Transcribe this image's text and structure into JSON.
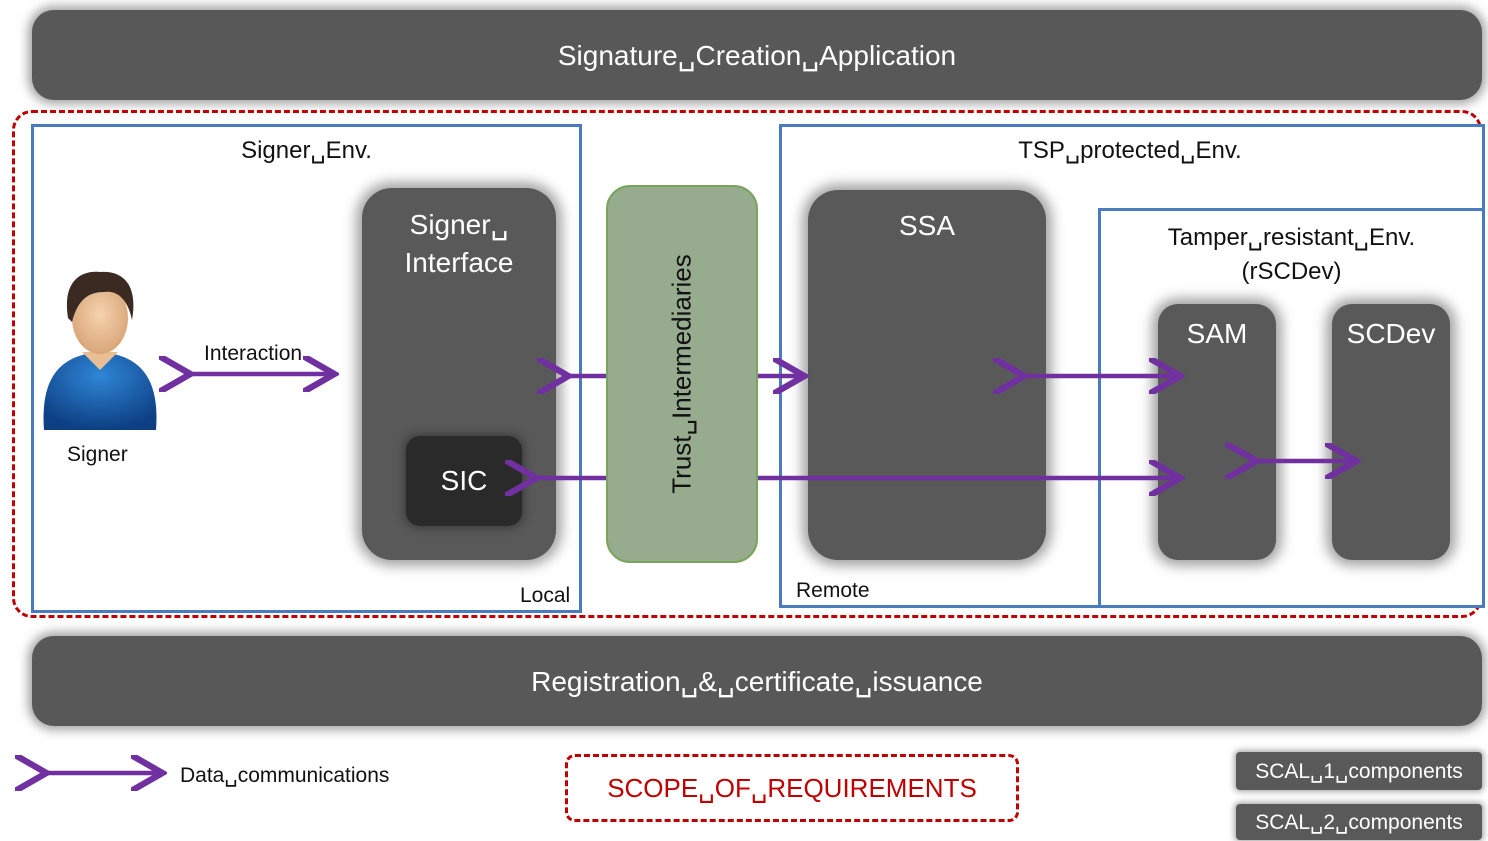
{
  "top_bar": "Signature␣Creation␣Application",
  "bottom_bar": "Registration␣&␣certificate␣issuance",
  "signer_env": {
    "title": "Signer␣Env.",
    "local_label": "Local",
    "signer_label": "Signer",
    "interaction_label": "Interaction",
    "signer_interface": "Signer␣ Interface",
    "sic": "SIC"
  },
  "trust": "Trust␣Intermediaries",
  "tsp_env": {
    "title": "TSP␣protected␣Env.",
    "remote_label": "Remote",
    "ssa": "SSA"
  },
  "tamper_env": {
    "title_line1": "Tamper␣resistant␣Env.",
    "title_line2": "(rSCDev)",
    "sam": "SAM",
    "scdev": "SCDev"
  },
  "legend": {
    "data_comm": "Data␣communications",
    "scope": "SCOPE␣OF␣REQUIREMENTS",
    "scal1": "SCAL␣1␣components",
    "scal2": "SCAL␣2␣components"
  },
  "colors": {
    "arrow": "#7030a0",
    "scope_border": "#c00000",
    "env_border": "#4a7bc0",
    "component_fill": "#595959",
    "trust_fill": "#97ab8e"
  }
}
